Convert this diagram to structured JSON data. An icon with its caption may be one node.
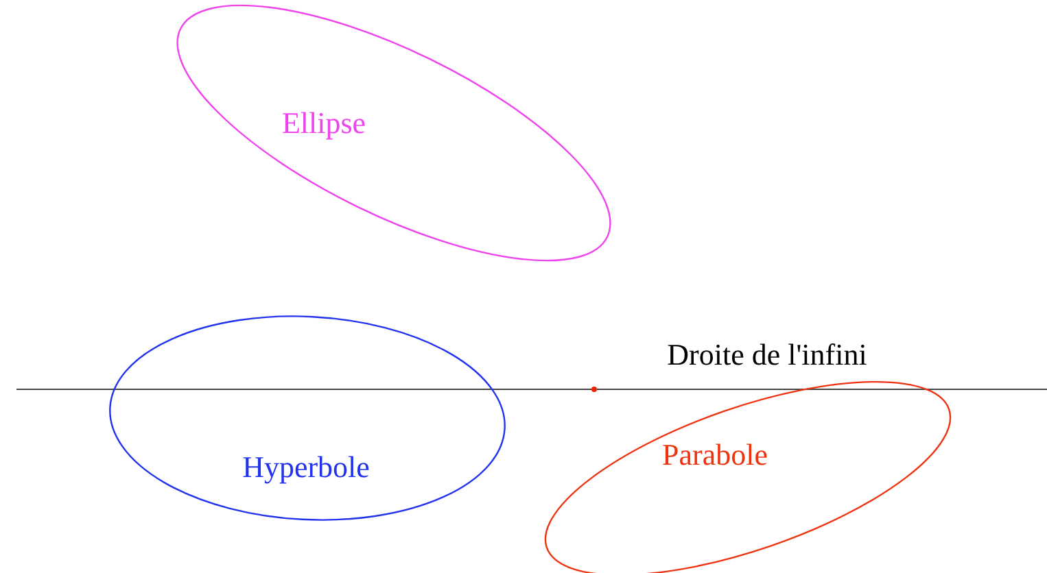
{
  "diagram": {
    "nodes": [
      {
        "text": [
          "Ellipse"
        ]
      },
      {
        "text": [
          "Hyperbole"
        ]
      },
      {
        "text": [
          "Parabole"
        ]
      }
    ],
    "labels": [
      "Droite de l'infini"
    ]
  }
}
